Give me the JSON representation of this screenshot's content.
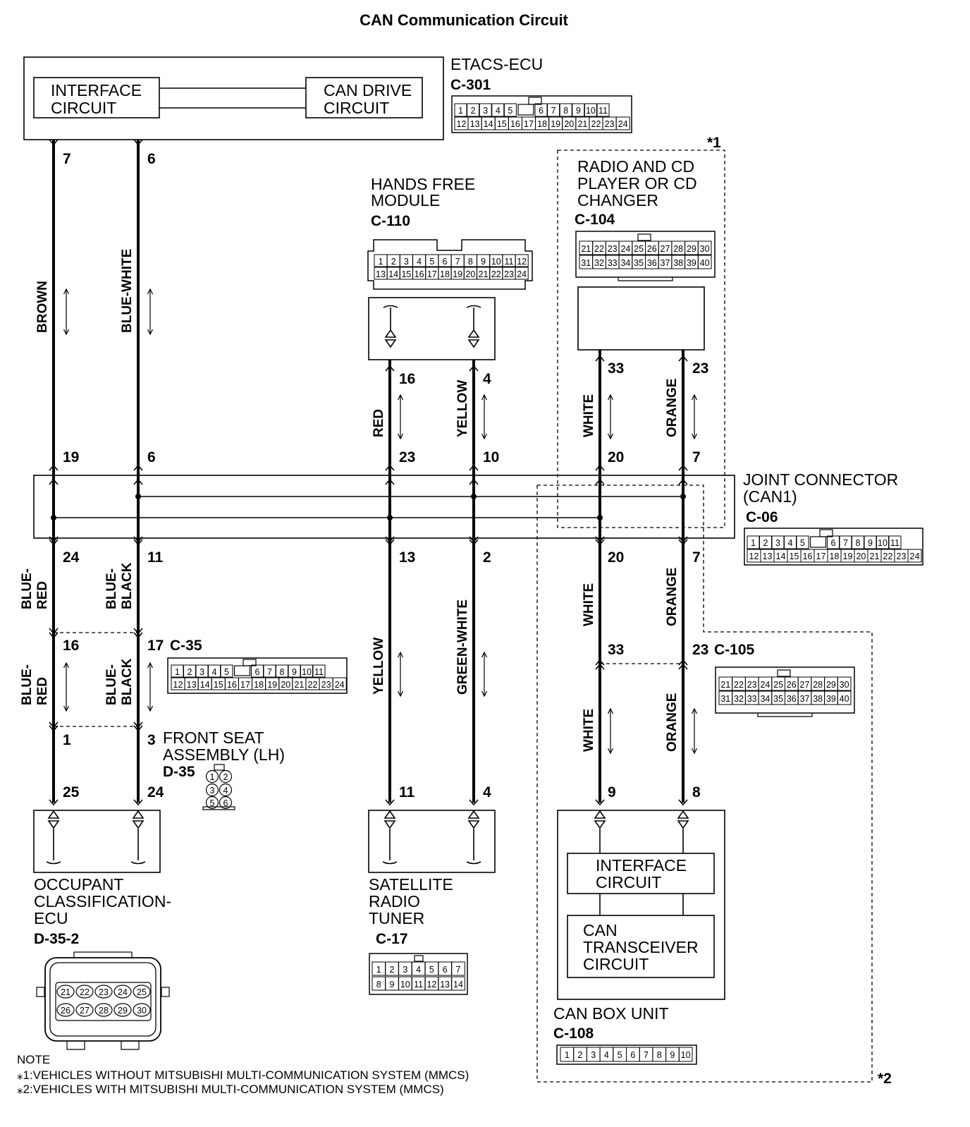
{
  "title": "CAN Communication Circuit",
  "etacs": {
    "name": "ETACS-ECU",
    "connector": "C-301",
    "interface": [
      "INTERFACE",
      "CIRCUIT"
    ],
    "can_drive": [
      "CAN DRIVE",
      "CIRCUIT"
    ],
    "pins_top": [
      "1",
      "2",
      "3",
      "4",
      "5",
      "",
      "6",
      "7",
      "8",
      "9",
      "10",
      "11"
    ],
    "pins_bottom": [
      "12",
      "13",
      "14",
      "15",
      "16",
      "17",
      "18",
      "19",
      "20",
      "21",
      "22",
      "23",
      "24"
    ]
  },
  "hands_free": {
    "name": [
      "HANDS FREE",
      "MODULE"
    ],
    "connector": "C-110",
    "pins_top": [
      "1",
      "2",
      "3",
      "4",
      "5",
      "6",
      "7",
      "8",
      "9",
      "10",
      "11",
      "12"
    ],
    "pins_bottom": [
      "13",
      "14",
      "15",
      "16",
      "17",
      "18",
      "19",
      "20",
      "21",
      "22",
      "23",
      "24"
    ]
  },
  "radio": {
    "name": [
      "RADIO AND CD",
      "PLAYER OR CD",
      "CHANGER"
    ],
    "connector": "C-104",
    "mark": "*1",
    "pins_top": [
      "21",
      "22",
      "23",
      "24",
      "25",
      "26",
      "27",
      "28",
      "29",
      "30"
    ],
    "pins_bottom": [
      "31",
      "32",
      "33",
      "34",
      "35",
      "36",
      "37",
      "38",
      "39",
      "40"
    ]
  },
  "joint": {
    "name": [
      "JOINT CONNECTOR",
      "(CAN1)"
    ],
    "connector": "C-06",
    "pins_top": [
      "1",
      "2",
      "3",
      "4",
      "5",
      "",
      "6",
      "7",
      "8",
      "9",
      "10",
      "11"
    ],
    "pins_bottom": [
      "12",
      "13",
      "14",
      "15",
      "16",
      "17",
      "18",
      "19",
      "20",
      "21",
      "22",
      "23",
      "24"
    ]
  },
  "c35": {
    "connector": "C-35",
    "pins_top": [
      "1",
      "2",
      "3",
      "4",
      "5",
      "",
      "6",
      "7",
      "8",
      "9",
      "10",
      "11"
    ],
    "pins_bottom": [
      "12",
      "13",
      "14",
      "15",
      "16",
      "17",
      "18",
      "19",
      "20",
      "21",
      "22",
      "23",
      "24"
    ]
  },
  "front_seat": {
    "name": [
      "FRONT SEAT",
      "ASSEMBLY (LH)"
    ],
    "connector": "D-35",
    "pins": [
      "1",
      "2",
      "3",
      "4",
      "5",
      "6"
    ]
  },
  "c105": {
    "connector": "C-105",
    "pins_top": [
      "21",
      "22",
      "23",
      "24",
      "25",
      "26",
      "27",
      "28",
      "29",
      "30"
    ],
    "pins_bottom": [
      "31",
      "32",
      "33",
      "34",
      "35",
      "36",
      "37",
      "38",
      "39",
      "40"
    ]
  },
  "occupant": {
    "name": [
      "OCCUPANT",
      "CLASSIFICATION-",
      "ECU"
    ],
    "connector": "D-35-2",
    "pins_top": [
      "21",
      "22",
      "23",
      "24",
      "25"
    ],
    "pins_bottom": [
      "26",
      "27",
      "28",
      "29",
      "30"
    ]
  },
  "satellite": {
    "name": [
      "SATELLITE",
      "RADIO",
      "TUNER"
    ],
    "connector": "C-17",
    "pins_top": [
      "1",
      "2",
      "3",
      "4",
      "5",
      "6",
      "7"
    ],
    "pins_bottom": [
      "8",
      "9",
      "10",
      "11",
      "12",
      "13",
      "14"
    ]
  },
  "can_box": {
    "name": "CAN BOX UNIT",
    "connector": "C-108",
    "mark": "*2",
    "interface": [
      "INTERFACE",
      "CIRCUIT"
    ],
    "transceiver": [
      "CAN",
      "TRANSCEIVER",
      "CIRCUIT"
    ],
    "pins": [
      "1",
      "2",
      "3",
      "4",
      "5",
      "6",
      "7",
      "8",
      "9",
      "10"
    ]
  },
  "wire_labels": {
    "w1_upper": "BROWN",
    "w2_upper": "BLUE-WHITE",
    "w3_upper": "RED",
    "w4_upper": "YELLOW",
    "w5_upper": "WHITE",
    "w6_upper": "ORANGE",
    "w1_mid": [
      "BLUE-",
      "RED"
    ],
    "w2_mid": [
      "BLUE-",
      "BLACK"
    ],
    "w1_low": [
      "BLUE-",
      "RED"
    ],
    "w2_low": [
      "BLUE-",
      "BLACK"
    ],
    "w3_lower": "YELLOW",
    "w4_lower": "GREEN-WHITE",
    "w5_mid": "WHITE",
    "w6_mid": "ORANGE",
    "w5_low": "WHITE",
    "w6_low": "ORANGE"
  },
  "pin_numbers": {
    "etacs_7": "7",
    "etacs_6": "6",
    "hf_16": "16",
    "hf_4": "4",
    "radio_33": "33",
    "radio_23": "23",
    "j_19": "19",
    "j_6": "6",
    "j_23": "23",
    "j_10": "10",
    "j_20a": "20",
    "j_7a": "7",
    "j_24": "24",
    "j_11": "11",
    "j_13": "13",
    "j_2": "2",
    "j_20b": "20",
    "j_7b": "7",
    "c35_16": "16",
    "c35_17": "17",
    "c105_33": "33",
    "c105_23": "23",
    "d35_1": "1",
    "d35_3": "3",
    "occ_25": "25",
    "occ_24": "24",
    "sat_11": "11",
    "sat_4": "4",
    "box_9": "9",
    "box_8": "8"
  },
  "notes": {
    "heading": "NOTE",
    "n1": "⁎1:VEHICLES WITHOUT MITSUBISHI MULTI-COMMUNICATION SYSTEM (MMCS)",
    "n2": "⁎2:VEHICLES WITH MITSUBISHI MULTI-COMMUNICATION SYSTEM (MMCS)"
  }
}
